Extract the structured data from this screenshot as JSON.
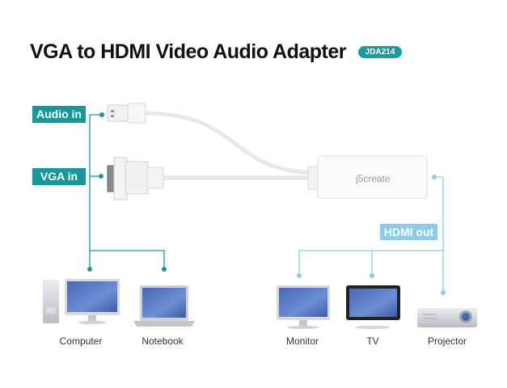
{
  "title": "VGA to HDMI Video Audio Adapter",
  "model_badge": "JDA214",
  "ports": {
    "audio_in": "Audio in",
    "vga_in": "VGA in",
    "hdmi_out": "HDMI out"
  },
  "adapter_brand": "j5create",
  "colors": {
    "input_accent": "#16999a",
    "output_accent": "#8ccbea"
  },
  "sources": [
    {
      "label": "Computer"
    },
    {
      "label": "Notebook"
    }
  ],
  "displays": [
    {
      "label": "Monitor"
    },
    {
      "label": "TV"
    },
    {
      "label": "Projector"
    }
  ]
}
